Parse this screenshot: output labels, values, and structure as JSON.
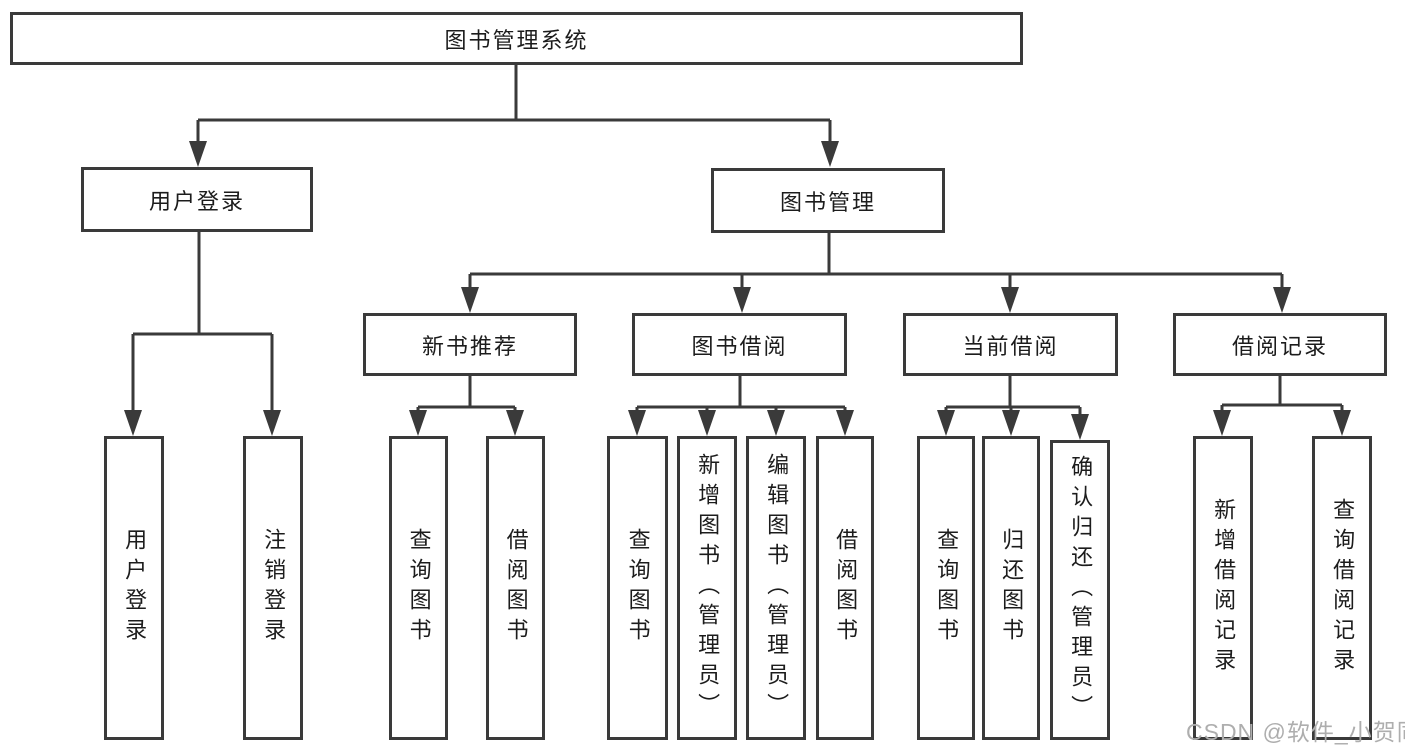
{
  "tree": {
    "label": "图书管理系统",
    "children": [
      {
        "label": "用户登录",
        "children": [
          {
            "label": "用户登录"
          },
          {
            "label": "注销登录"
          }
        ]
      },
      {
        "label": "图书管理",
        "children": [
          {
            "label": "新书推荐",
            "children": [
              {
                "label": "查询图书"
              },
              {
                "label": "借阅图书"
              }
            ]
          },
          {
            "label": "图书借阅",
            "children": [
              {
                "label": "查询图书"
              },
              {
                "label": "新增图书（管理员）"
              },
              {
                "label": "编辑图书（管理员）"
              },
              {
                "label": "借阅图书"
              }
            ]
          },
          {
            "label": "当前借阅",
            "children": [
              {
                "label": "查询图书"
              },
              {
                "label": "归还图书"
              },
              {
                "label": "确认归还（管理员）"
              }
            ]
          },
          {
            "label": "借阅记录",
            "children": [
              {
                "label": "新增借阅记录"
              },
              {
                "label": "查询借阅记录"
              }
            ]
          }
        ]
      }
    ]
  },
  "watermark": {
    "text": "CSDN @软件_小贺同学"
  },
  "colors": {
    "line": "#3a3a3a",
    "text": "#1c1c1c",
    "background": "#ffffff",
    "watermark": "#aeaeae"
  }
}
